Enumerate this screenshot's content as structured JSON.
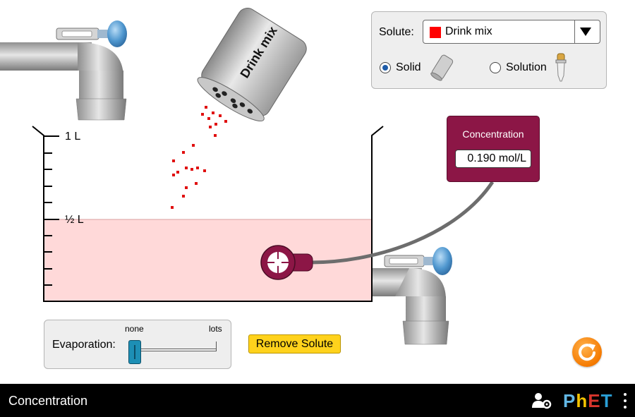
{
  "solute": {
    "label": "Solute:",
    "selected": "Drink mix",
    "swatch_color": "#ff0000",
    "form_options": [
      {
        "label": "Solid",
        "selected": true
      },
      {
        "label": "Solution",
        "selected": false
      }
    ]
  },
  "shaker": {
    "label": "Drink mix"
  },
  "beaker": {
    "labels": {
      "full": "1 L",
      "half": "½ L"
    },
    "solution_volume_L": 0.5,
    "solution_color": "#ffd9d9"
  },
  "meter": {
    "title": "Concentration",
    "value": "0.190 mol/L"
  },
  "evaporation": {
    "label": "Evaporation:",
    "min_label": "none",
    "max_label": "lots",
    "level": 0
  },
  "buttons": {
    "remove_solute": "Remove Solute"
  },
  "navbar": {
    "title": "Concentration",
    "logo": {
      "p": "P",
      "h": "h",
      "e": "E",
      "t": "T"
    }
  },
  "icons": {
    "reset": "reset-arrow-icon",
    "keyboard_help": "user-settings-icon",
    "menu": "kebab-menu-icon"
  }
}
